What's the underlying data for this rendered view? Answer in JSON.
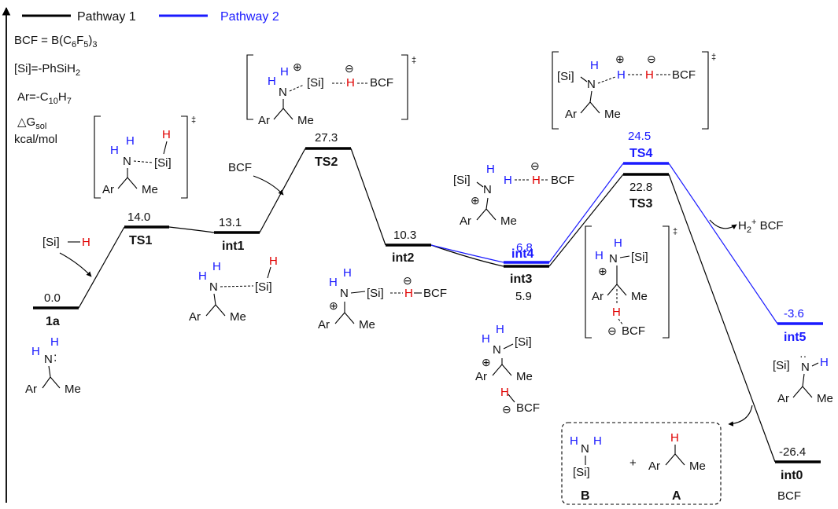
{
  "legend": {
    "p1": "Pathway 1",
    "p2": "Pathway 2"
  },
  "colors": {
    "p1": "#000000",
    "p2": "#1a1aff",
    "red": "#e00000",
    "blue": "#1a1aff"
  },
  "notes": {
    "bcf_prefix": "BCF = B(C",
    "bcf_sub1": "6",
    "bcf_mid": "F",
    "bcf_sub2": "5",
    "bcf_suffix": ")",
    "bcf_sub3": "3",
    "si_prefix": "[Si]=-PhSiH",
    "si_sub": "2",
    "ar_prefix": "Ar=-C",
    "ar_sub1": "10",
    "ar_mid": "H",
    "ar_sub2": "7",
    "g_symbol": "△G",
    "g_sub": "sol",
    "units": "kcal/mol"
  },
  "levels": {
    "l1a": {
      "name": "1a",
      "value": "0.0"
    },
    "ts1": {
      "name": "TS1",
      "value": "14.0"
    },
    "int1": {
      "name": "int1",
      "value": "13.1"
    },
    "ts2": {
      "name": "TS2",
      "value": "27.3"
    },
    "int2": {
      "name": "int2",
      "value": "10.3"
    },
    "int3": {
      "name": "int3",
      "value": "5.9"
    },
    "int4": {
      "name": "int4",
      "value": "6.8"
    },
    "ts3": {
      "name": "TS3",
      "value": "22.8"
    },
    "ts4": {
      "name": "TS4",
      "value": "24.5"
    },
    "int5": {
      "name": "int5",
      "value": "-3.6"
    },
    "int0": {
      "name": "int0",
      "value": "-26.4",
      "sub": "BCF"
    }
  },
  "labels": {
    "si": "[Si]",
    "h": "H",
    "n": "N",
    "ar": "Ar",
    "me": "Me",
    "bcf": "BCF",
    "plus": "⊕",
    "minus": "⊖",
    "dagger": "‡",
    "add": "+",
    "h2bcf": "H",
    "h2sub": "2",
    "h2sup": "+",
    "h2bcf_tail": " BCF",
    "prodB": "B",
    "prodA": "A"
  }
}
